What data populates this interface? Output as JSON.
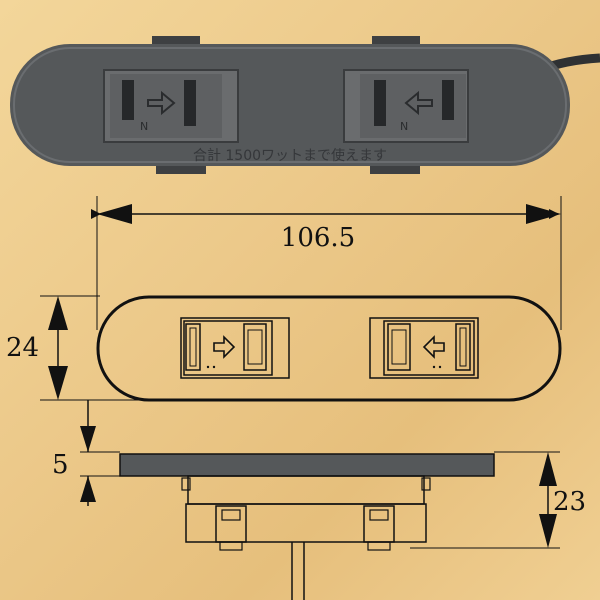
{
  "photo": {
    "embossed_text": "合計 1500ワットまで使えます",
    "pole_label": "N"
  },
  "dimensions": {
    "length": "106.5",
    "height": "24",
    "flange_thickness": "5",
    "depth": "23"
  },
  "colors": {
    "background": "#ecc98a",
    "device_body": "#55585a",
    "socket_face": "#6a6c6e",
    "line": "#111111"
  }
}
